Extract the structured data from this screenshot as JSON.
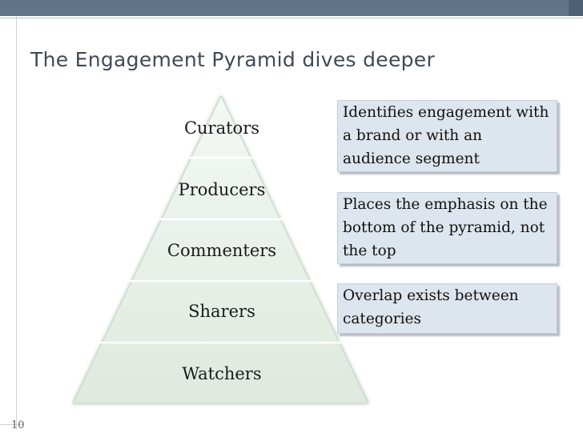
{
  "title": "The Engagement Pyramid dives deeper",
  "slide_number": "10",
  "pyramid": {
    "levels": [
      "Curators",
      "Producers",
      "Commenters",
      "Sharers",
      "Watchers"
    ]
  },
  "notes": [
    "Identifies engagement with a brand or with an audience segment",
    "Places the emphasis on the bottom of the pyramid, not the top",
    "Overlap exists between categories"
  ],
  "colors": {
    "header_bar": "#61758a",
    "note_fill": "#dde5ee",
    "pyramid_fill": "#e4ede4"
  }
}
